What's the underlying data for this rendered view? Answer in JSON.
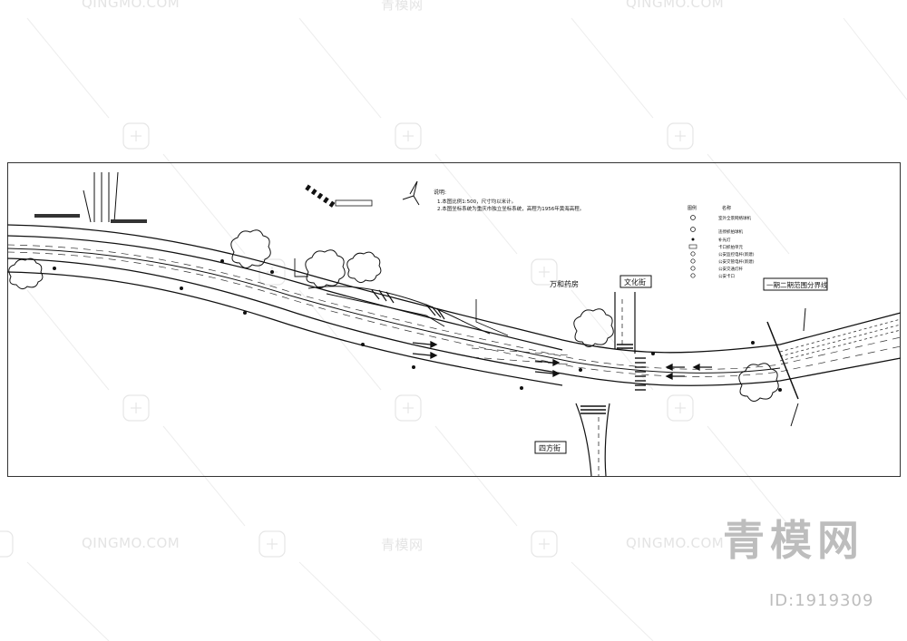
{
  "notes": {
    "heading": "说明:",
    "line1": "1.本图比例1:500，尺寸均以米计。",
    "line2": "2.本图坐标系统为重庆市独立坐标系统，高程为1956年黄海高程。"
  },
  "legend": {
    "header_symbol": "图例",
    "header_name": "名称",
    "items": [
      "室外全景网络球机",
      "违停抓拍球机",
      "补光灯",
      "卡口抓拍单元",
      "公安监控电杆(新建)",
      "公安交管电杆(新建)",
      "公安交通灯杆",
      "公安卡口"
    ]
  },
  "labels": {
    "pharmacy": "万和药房",
    "wenhua_street": "文化街",
    "sifang_street": "四方街",
    "phase_boundary": "一期二期范围分界线"
  },
  "watermark": {
    "brand_text": "青模网",
    "brand_en": "QINGMO.COM",
    "id_text": "ID:1919309"
  }
}
